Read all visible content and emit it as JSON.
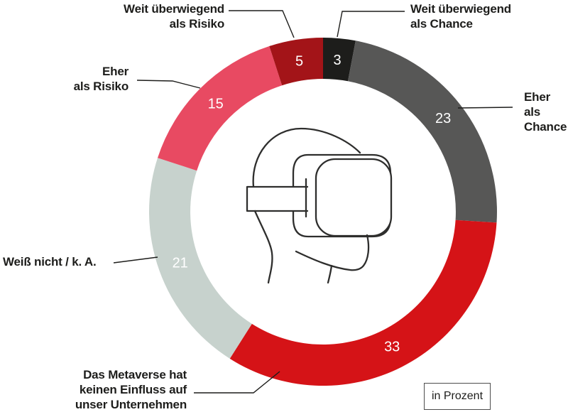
{
  "chart_data": {
    "type": "pie",
    "style": "donut",
    "direction": "clockwise",
    "start_angle_deg": 0,
    "unit": "Prozent",
    "value_labels_color": "#ffffff",
    "center_icon": "vr-headset-head-profile",
    "segments": [
      {
        "label": "Weit überwiegend als Chance",
        "value": 3,
        "color": "#1d1d1b"
      },
      {
        "label": "Eher als Chance",
        "value": 23,
        "color": "#575756"
      },
      {
        "label": "Das Metaverse hat keinen Einfluss auf unser Unternehmen",
        "value": 33,
        "color": "#d51317"
      },
      {
        "label": "Weiß nicht / k. A.",
        "value": 21,
        "color": "#c7d2cd"
      },
      {
        "label": "Eher als Risiko",
        "value": 15,
        "color": "#e84a62"
      },
      {
        "label": "Weit überwiegend als Risiko",
        "value": 5,
        "color": "#a31418"
      }
    ]
  },
  "labels": {
    "weit_risiko": "Weit überwiegend\nals Risiko",
    "weit_chance": "Weit überwiegend\nals Chance",
    "eher_risiko": "Eher\nals Risiko",
    "eher_chance": "Eher als\nChance",
    "weiss_nicht": "Weiß nicht / k. A.",
    "metaverse": "Das Metaverse hat\nkeinen Einfluss auf\nunser Unternehmen",
    "in_prozent": "in Prozent"
  }
}
